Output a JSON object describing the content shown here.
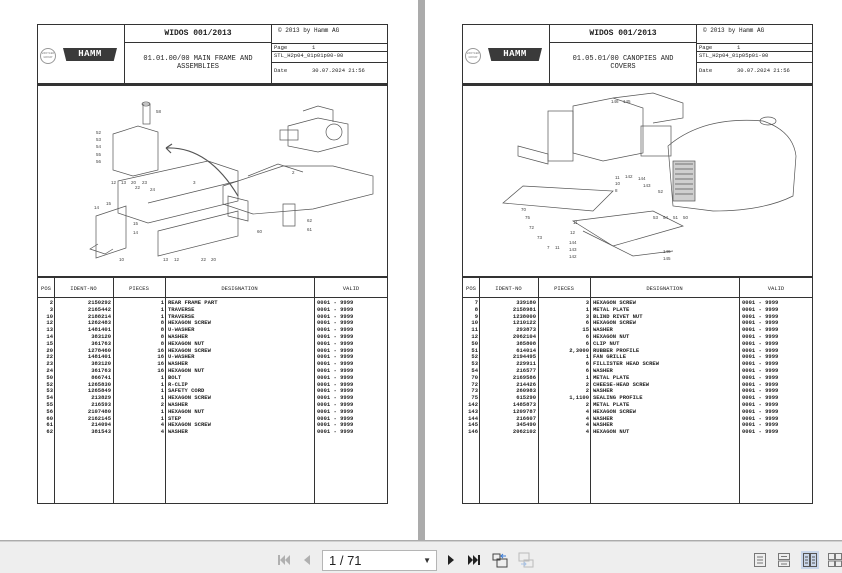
{
  "viewer": {
    "mode": "two-page",
    "page_indicator": "1 / 71",
    "toolbar": {
      "first_page": "first-page-icon",
      "prev_page": "previous-page-icon",
      "next_page": "next-page-icon",
      "last_page": "last-page-icon",
      "go_back_view": "previous-view-icon",
      "go_forward_view": "next-view-icon",
      "view_modes": [
        "single-page-icon",
        "continuous-icon",
        "two-page-icon",
        "two-page-continuous-icon"
      ],
      "active_view_mode": "two-page-icon"
    }
  },
  "pages": [
    {
      "header": {
        "title": "WIDOS 001/2013",
        "copyright": "© 2013 by Hamm AG",
        "logo_left": "WIRTGEN GROUP",
        "logo_brand": "HAMM",
        "description_line1": "01.01.00/00 MAIN FRAME AND",
        "description_line2": "ASSEMBLIES",
        "page_label": "Page",
        "page_value": "1",
        "doc_code": "STL_H2p04_01p01p00-00",
        "date_label": "Date",
        "date_value": "30.07.2024  21:56"
      },
      "drawing": {
        "callouts": [
          "58",
          "52",
          "53",
          "54",
          "55",
          "56",
          "12",
          "13",
          "20",
          "22",
          "23",
          "24",
          "3",
          "15",
          "14",
          "15",
          "14",
          "10",
          "13",
          "12",
          "22",
          "20",
          "2",
          "62",
          "61",
          "60"
        ]
      },
      "table": {
        "columns": [
          "POS",
          "IDENT-NO",
          "PIECES",
          "DESIGNATION",
          "VALID"
        ],
        "rows": [
          [
            "2",
            "2150292",
            "1",
            "REAR FRAME PART",
            "0001 - 9999"
          ],
          [
            "3",
            "2165442",
            "1",
            "TRAVERSE",
            "0001 - 9999"
          ],
          [
            "10",
            "2188214",
            "1",
            "TRAVERSE",
            "0001 - 9999"
          ],
          [
            "12",
            "1262483",
            "8",
            "HEXAGON SCREW",
            "0001 - 9999"
          ],
          [
            "13",
            "1481401",
            "8",
            "U-WASHER",
            "0001 - 9999"
          ],
          [
            "14",
            "383120",
            "8",
            "WASHER",
            "0001 - 9999"
          ],
          [
            "15",
            "361763",
            "8",
            "HEXAGON NUT",
            "0001 - 9999"
          ],
          [
            "20",
            "1278460",
            "16",
            "HEXAGON SCREW",
            "0001 - 9999"
          ],
          [
            "22",
            "1481401",
            "16",
            "U-WASHER",
            "0001 - 9999"
          ],
          [
            "23",
            "383120",
            "16",
            "WASHER",
            "0001 - 9999"
          ],
          [
            "24",
            "361763",
            "16",
            "HEXAGON NUT",
            "0001 - 9999"
          ],
          [
            "50",
            "866741",
            "1",
            "BOLT",
            "0001 - 9999"
          ],
          [
            "52",
            "1265830",
            "1",
            "R-CLIP",
            "0001 - 9999"
          ],
          [
            "53",
            "1265849",
            "1",
            "SAFETY CORD",
            "0001 - 9999"
          ],
          [
            "54",
            "213829",
            "1",
            "HEXAGON SCREW",
            "0001 - 9999"
          ],
          [
            "55",
            "216593",
            "2",
            "WASHER",
            "0001 - 9999"
          ],
          [
            "56",
            "2107480",
            "1",
            "HEXAGON NUT",
            "0001 - 9999"
          ],
          [
            "60",
            "2162145",
            "1",
            "STEP",
            "0001 - 9999"
          ],
          [
            "61",
            "214094",
            "4",
            "HEXAGON SCREW",
            "0001 - 9999"
          ],
          [
            "62",
            "381543",
            "4",
            "WASHER",
            "0001 - 9999"
          ]
        ]
      }
    },
    {
      "header": {
        "title": "WIDOS 001/2013",
        "copyright": "© 2013 by Hamm AG",
        "logo_left": "WIRTGEN GROUP",
        "logo_brand": "HAMM",
        "description_line1": "01.05.01/00 CANOPIES AND",
        "description_line2": "COVERS",
        "page_label": "Page",
        "page_value": "1",
        "doc_code": "STL_H2p04_01p05p01-00",
        "date_label": "Date",
        "date_value": "30.07.2024  21:56"
      },
      "drawing": {
        "callouts": [
          "146",
          "145",
          "142",
          "144",
          "143",
          "11",
          "10",
          "8",
          "52",
          "53",
          "54",
          "51",
          "50",
          "70",
          "75",
          "72",
          "73",
          "7",
          "11",
          "12",
          "11",
          "144",
          "143",
          "142",
          "146",
          "145"
        ]
      },
      "table": {
        "columns": [
          "POS",
          "IDENT-NO",
          "PIECES",
          "DESIGNATION",
          "VALID"
        ],
        "rows": [
          [
            "7",
            "339180",
            "3",
            "HEXAGON SCREW",
            "0001 - 9999"
          ],
          [
            "8",
            "2158981",
            "1",
            "METAL PLATE",
            "0001 - 9999"
          ],
          [
            "9",
            "1238000",
            "3",
            "BLIND RIVET NUT",
            "0001 - 9999"
          ],
          [
            "10",
            "1210122",
            "6",
            "HEXAGON SCREW",
            "0001 - 9999"
          ],
          [
            "11",
            "293873",
            "15",
            "WASHER",
            "0001 - 9999"
          ],
          [
            "12",
            "2062104",
            "6",
            "HEXAGON NUT",
            "0001 - 9999"
          ],
          [
            "50",
            "385808",
            "6",
            "CLIP NUT",
            "0001 - 9999"
          ],
          [
            "51",
            "614014",
            "2,3000",
            "RUBBER PROFILE",
            "0001 - 9999"
          ],
          [
            "52",
            "2194495",
            "1",
            "FAN GRILLE",
            "0001 - 9999"
          ],
          [
            "53",
            "229911",
            "6",
            "FILLISTER HEAD SCREW",
            "0001 - 9999"
          ],
          [
            "54",
            "216577",
            "6",
            "WASHER",
            "0001 - 9999"
          ],
          [
            "70",
            "2169586",
            "1",
            "METAL PLATE",
            "0001 - 9999"
          ],
          [
            "72",
            "214426",
            "2",
            "CHEESE-HEAD SCREW",
            "0001 - 9999"
          ],
          [
            "73",
            "260983",
            "2",
            "WASHER",
            "0001 - 9999"
          ],
          [
            "75",
            "615290",
            "1,1100",
            "SEALING PROFILE",
            "0001 - 9999"
          ],
          [
            "142",
            "1485873",
            "2",
            "METAL PLATE",
            "0001 - 9999"
          ],
          [
            "143",
            "1209787",
            "4",
            "HEXAGON SCREW",
            "0001 - 9999"
          ],
          [
            "144",
            "216607",
            "4",
            "WASHER",
            "0001 - 9999"
          ],
          [
            "145",
            "345490",
            "4",
            "WASHER",
            "0001 - 9999"
          ],
          [
            "146",
            "2062102",
            "4",
            "HEXAGON NUT",
            "0001 - 9999"
          ]
        ]
      }
    }
  ]
}
